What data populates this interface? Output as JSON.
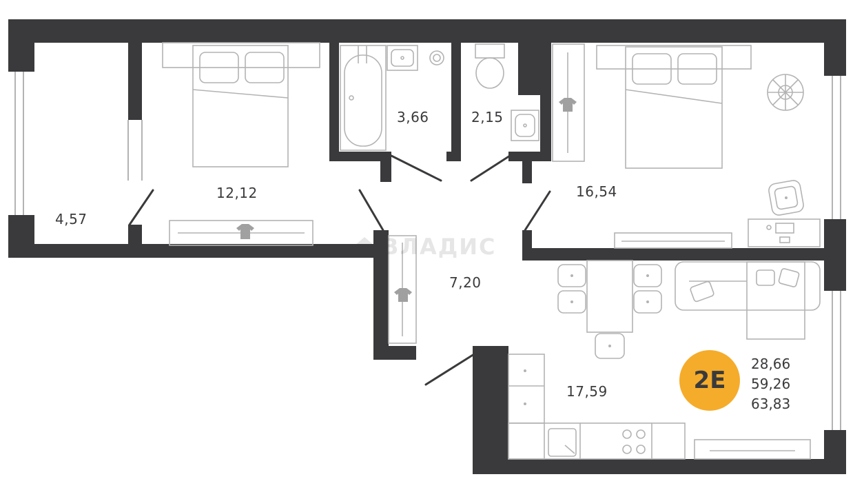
{
  "colors": {
    "wall": "#3a3a3c",
    "line": "#b3b3b3",
    "badge": "#f5ac2b"
  },
  "rooms": {
    "balcony": "4,57",
    "bedroom_left": "12,12",
    "bathroom": "3,66",
    "wc": "2,15",
    "bedroom_right": "16,54",
    "hallway": "7,20",
    "kitchen_living": "17,59"
  },
  "apartment": {
    "type_label": "2E",
    "living_area": "28,66",
    "total_area": "59,26",
    "total_area_with_balcony": "63,83"
  },
  "watermark": {
    "text": "ВЛАДИС",
    "icon": "house-logo-icon"
  },
  "icons": [
    "bed-icon",
    "bathtub-icon",
    "sink-icon",
    "toilet-icon",
    "wardrobe-hanger-icon",
    "plant-icon",
    "armchair-icon",
    "chair-icon",
    "sofa-icon",
    "tv-icon",
    "stove-icon",
    "kitchen-sink-icon"
  ]
}
